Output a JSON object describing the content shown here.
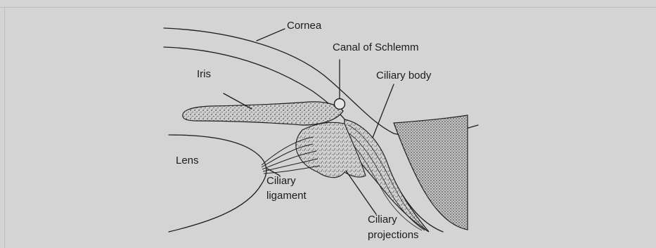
{
  "diagram": {
    "labels": {
      "cornea": "Cornea",
      "canal": "Canal of Schlemm",
      "ciliary_body": "Ciliary body",
      "iris": "Iris",
      "lens": "Lens",
      "ciliary_ligament_1": "Ciliary",
      "ciliary_ligament_2": "ligament",
      "ciliary_projections_1": "Ciliary",
      "ciliary_projections_2": "projections"
    },
    "colors": {
      "background": "#d4d4d4",
      "ink": "#1f1f1f",
      "stipple_fill": "#c9c9c9"
    }
  }
}
